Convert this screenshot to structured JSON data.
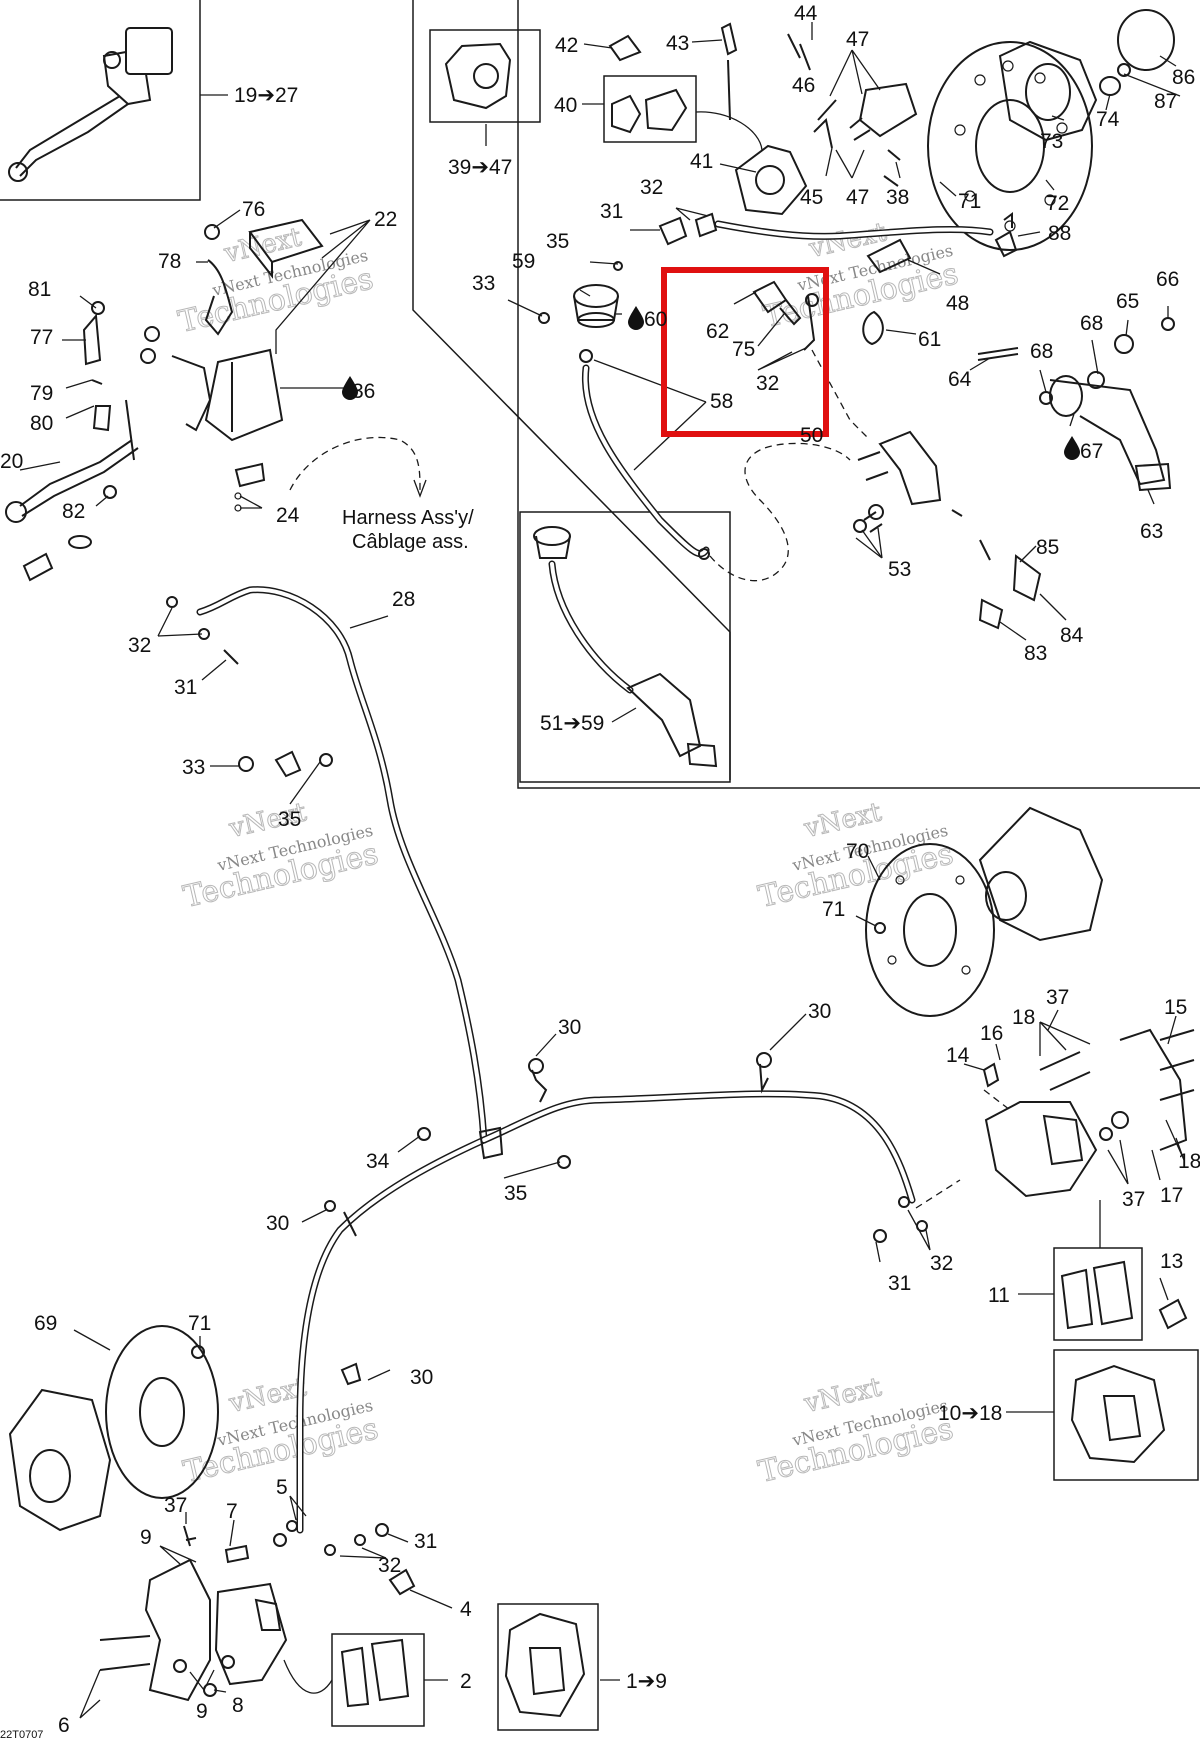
{
  "diagram": {
    "drawing_code": "22T0707",
    "harness_note": {
      "line1": "Harness Ass'y/",
      "line2": "Câblage ass."
    },
    "watermark": {
      "line1": "vNext",
      "line2": "Technologies",
      "line3": "vNext Technologies"
    },
    "highlight_color": "#e01010",
    "callouts": [
      {
        "id": "c-19-27",
        "text": "19➔27"
      },
      {
        "id": "c-22",
        "text": "22"
      },
      {
        "id": "c-76",
        "text": "76"
      },
      {
        "id": "c-78",
        "text": "78"
      },
      {
        "id": "c-81",
        "text": "81"
      },
      {
        "id": "c-77",
        "text": "77"
      },
      {
        "id": "c-79",
        "text": "79"
      },
      {
        "id": "c-80",
        "text": "80"
      },
      {
        "id": "c-36",
        "text": "36"
      },
      {
        "id": "c-20",
        "text": "20"
      },
      {
        "id": "c-82",
        "text": "82"
      },
      {
        "id": "c-24",
        "text": "24"
      },
      {
        "id": "c-42",
        "text": "42"
      },
      {
        "id": "c-43",
        "text": "43"
      },
      {
        "id": "c-44",
        "text": "44"
      },
      {
        "id": "c-47a",
        "text": "47"
      },
      {
        "id": "c-86",
        "text": "86"
      },
      {
        "id": "c-40",
        "text": "40"
      },
      {
        "id": "c-46",
        "text": "46"
      },
      {
        "id": "c-87",
        "text": "87"
      },
      {
        "id": "c-74",
        "text": "74"
      },
      {
        "id": "c-73",
        "text": "73"
      },
      {
        "id": "c-39-47",
        "text": "39➔47"
      },
      {
        "id": "c-41",
        "text": "41"
      },
      {
        "id": "c-32a",
        "text": "32"
      },
      {
        "id": "c-45",
        "text": "45"
      },
      {
        "id": "c-47b",
        "text": "47"
      },
      {
        "id": "c-38",
        "text": "38"
      },
      {
        "id": "c-71a",
        "text": "71"
      },
      {
        "id": "c-72",
        "text": "72"
      },
      {
        "id": "c-31a",
        "text": "31"
      },
      {
        "id": "c-88",
        "text": "88"
      },
      {
        "id": "c-35a",
        "text": "35"
      },
      {
        "id": "c-59",
        "text": "59"
      },
      {
        "id": "c-33a",
        "text": "33"
      },
      {
        "id": "c-60",
        "text": "60"
      },
      {
        "id": "c-62",
        "text": "62"
      },
      {
        "id": "c-75",
        "text": "75"
      },
      {
        "id": "c-32b",
        "text": "32"
      },
      {
        "id": "c-58",
        "text": "58"
      },
      {
        "id": "c-48",
        "text": "48"
      },
      {
        "id": "c-61",
        "text": "61"
      },
      {
        "id": "c-66",
        "text": "66"
      },
      {
        "id": "c-65",
        "text": "65"
      },
      {
        "id": "c-68a",
        "text": "68"
      },
      {
        "id": "c-68b",
        "text": "68"
      },
      {
        "id": "c-64",
        "text": "64"
      },
      {
        "id": "c-67",
        "text": "67"
      },
      {
        "id": "c-63",
        "text": "63"
      },
      {
        "id": "c-50",
        "text": "50"
      },
      {
        "id": "c-53",
        "text": "53"
      },
      {
        "id": "c-85",
        "text": "85"
      },
      {
        "id": "c-84",
        "text": "84"
      },
      {
        "id": "c-83",
        "text": "83"
      },
      {
        "id": "c-51-59",
        "text": "51➔59"
      },
      {
        "id": "c-28",
        "text": "28"
      },
      {
        "id": "c-32c",
        "text": "32"
      },
      {
        "id": "c-31b",
        "text": "31"
      },
      {
        "id": "c-33b",
        "text": "33"
      },
      {
        "id": "c-35b",
        "text": "35"
      },
      {
        "id": "c-70",
        "text": "70"
      },
      {
        "id": "c-71b",
        "text": "71"
      },
      {
        "id": "c-30a",
        "text": "30"
      },
      {
        "id": "c-30b",
        "text": "30"
      },
      {
        "id": "c-37a",
        "text": "37"
      },
      {
        "id": "c-18a",
        "text": "18"
      },
      {
        "id": "c-15",
        "text": "15"
      },
      {
        "id": "c-16",
        "text": "16"
      },
      {
        "id": "c-14",
        "text": "14"
      },
      {
        "id": "c-18b",
        "text": "18"
      },
      {
        "id": "c-34",
        "text": "34"
      },
      {
        "id": "c-35c",
        "text": "35"
      },
      {
        "id": "c-37b",
        "text": "37"
      },
      {
        "id": "c-17",
        "text": "17"
      },
      {
        "id": "c-30c",
        "text": "30"
      },
      {
        "id": "c-31c",
        "text": "31"
      },
      {
        "id": "c-32d",
        "text": "32"
      },
      {
        "id": "c-11",
        "text": "11"
      },
      {
        "id": "c-13",
        "text": "13"
      },
      {
        "id": "c-69",
        "text": "69"
      },
      {
        "id": "c-71c",
        "text": "71"
      },
      {
        "id": "c-30d",
        "text": "30"
      },
      {
        "id": "c-10-18",
        "text": "10➔18"
      },
      {
        "id": "c-5",
        "text": "5"
      },
      {
        "id": "c-37c",
        "text": "37"
      },
      {
        "id": "c-7",
        "text": "7"
      },
      {
        "id": "c-9a",
        "text": "9"
      },
      {
        "id": "c-31d",
        "text": "31"
      },
      {
        "id": "c-32e",
        "text": "32"
      },
      {
        "id": "c-4",
        "text": "4"
      },
      {
        "id": "c-2",
        "text": "2"
      },
      {
        "id": "c-1-9",
        "text": "1➔9"
      },
      {
        "id": "c-6",
        "text": "6"
      },
      {
        "id": "c-9b",
        "text": "9"
      },
      {
        "id": "c-8",
        "text": "8"
      }
    ]
  }
}
